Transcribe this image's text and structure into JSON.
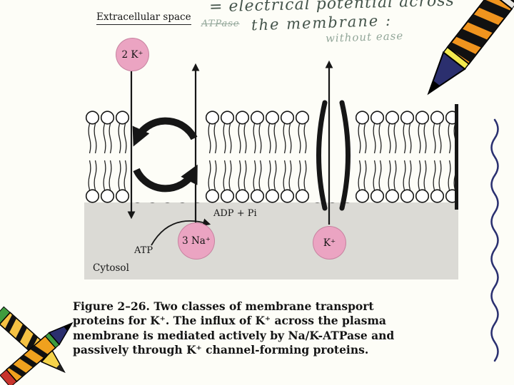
{
  "slide": {
    "background": "#fdfdf7"
  },
  "handwriting": {
    "line1": "= electrical potential across",
    "line2": "the membrane :",
    "line3": "without ease",
    "crossed_out": "ATPase"
  },
  "diagram": {
    "extracellular_label": "Extracellular space",
    "cytosol_label": "Cytosol",
    "atp_label": "ATP",
    "adp_label": "ADP + Pi",
    "ion_k_top": "2 K⁺",
    "ion_na": "3 Na⁺",
    "ion_k_bottom": "K⁺"
  },
  "caption": {
    "label": "Figure 2–26.",
    "body": "Two classes of membrane transport proteins for K⁺. The influx of K⁺ across the plasma membrane is mediated actively by Na/K-ATPase and passively through K⁺ channel-forming proteins."
  },
  "colors": {
    "slide-bg": "#fdfdf7",
    "ion-fill": "#eba4c2",
    "cytosol-fill": "#dbdad5",
    "ink": "#171717",
    "handwriting-ink": "#44544b",
    "handwriting-faint": "#93a79a",
    "pencil-orange": "#f0941e",
    "pencil-navy": "#2b2f6e",
    "squiggle-blue": "#2a3070"
  }
}
